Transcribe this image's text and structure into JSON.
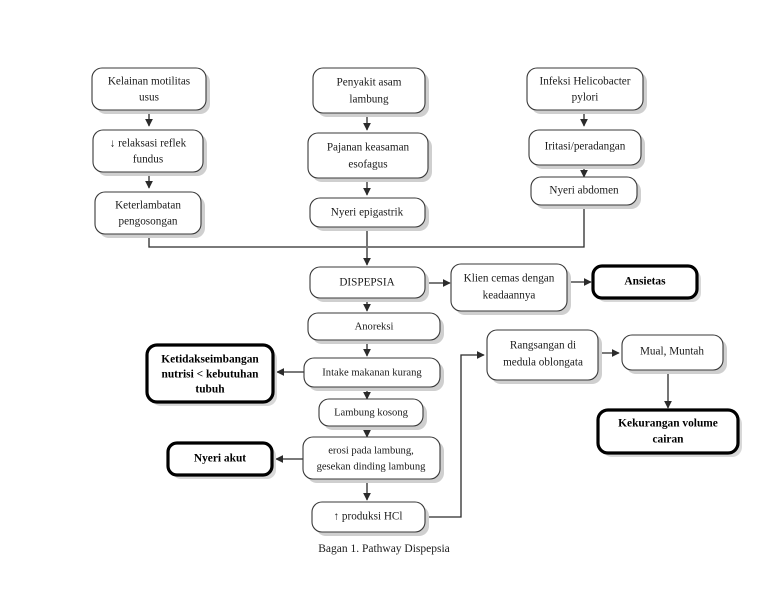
{
  "diagram": {
    "caption": "Bagan 1. Pathway Dispepsia",
    "nodes": {
      "kelainan_motilitas": {
        "line1": "Kelainan motilitas",
        "line2": "usus"
      },
      "relaksasi_reflek": {
        "line1": "↓ relaksasi reflek",
        "line2": "fundus"
      },
      "keterlambatan": {
        "line1": "Keterlambatan",
        "line2": "pengosongan"
      },
      "penyakit_asam": {
        "line1": "Penyakit asam",
        "line2": "lambung"
      },
      "pajanan_keasaman": {
        "line1": "Pajanan keasaman",
        "line2": "esofagus"
      },
      "nyeri_epigastrik": {
        "line1": "Nyeri epigastrik"
      },
      "infeksi_helicobacter": {
        "line1": "Infeksi Helicobacter",
        "line2": "pylori"
      },
      "iritasi_peradangan": {
        "line1": "Iritasi/peradangan"
      },
      "nyeri_abdomen": {
        "line1": "Nyeri abdomen"
      },
      "dispepsia": {
        "line1": "DISPEPSIA"
      },
      "klien_cemas": {
        "line1": "Klien cemas dengan",
        "line2": "keadaannya"
      },
      "ansietas": {
        "line1": "Ansietas"
      },
      "anoreksi": {
        "line1": "Anoreksi"
      },
      "intake_makanan": {
        "line1": "Intake makanan kurang"
      },
      "ketidakseimbangan": {
        "line1": "Ketidakseimbangan",
        "line2": "nutrisi < kebutuhan",
        "line3": "tubuh"
      },
      "lambung_kosong": {
        "line1": "Lambung kosong"
      },
      "erosi_lambung": {
        "line1": "erosi pada lambung,",
        "line2": "gesekan dinding lambung"
      },
      "nyeri_akut": {
        "line1": "Nyeri akut"
      },
      "produksi_hcl": {
        "line1": "↑ produksi HCl"
      },
      "rangsangan_medula": {
        "line1": "Rangsangan di",
        "line2": "medula oblongata"
      },
      "mual_muntah": {
        "line1": "Mual, Muntah"
      },
      "kekurangan_volume": {
        "line1": "Kekurangan volume",
        "line2": "cairan"
      }
    },
    "colors": {
      "background": "#ffffff",
      "box_stroke": "#3a3a3a",
      "bold_box_stroke": "#000000",
      "edge": "#2b2b2b",
      "text": "#1a1a1a",
      "shadow": "#cfcfcf"
    }
  }
}
